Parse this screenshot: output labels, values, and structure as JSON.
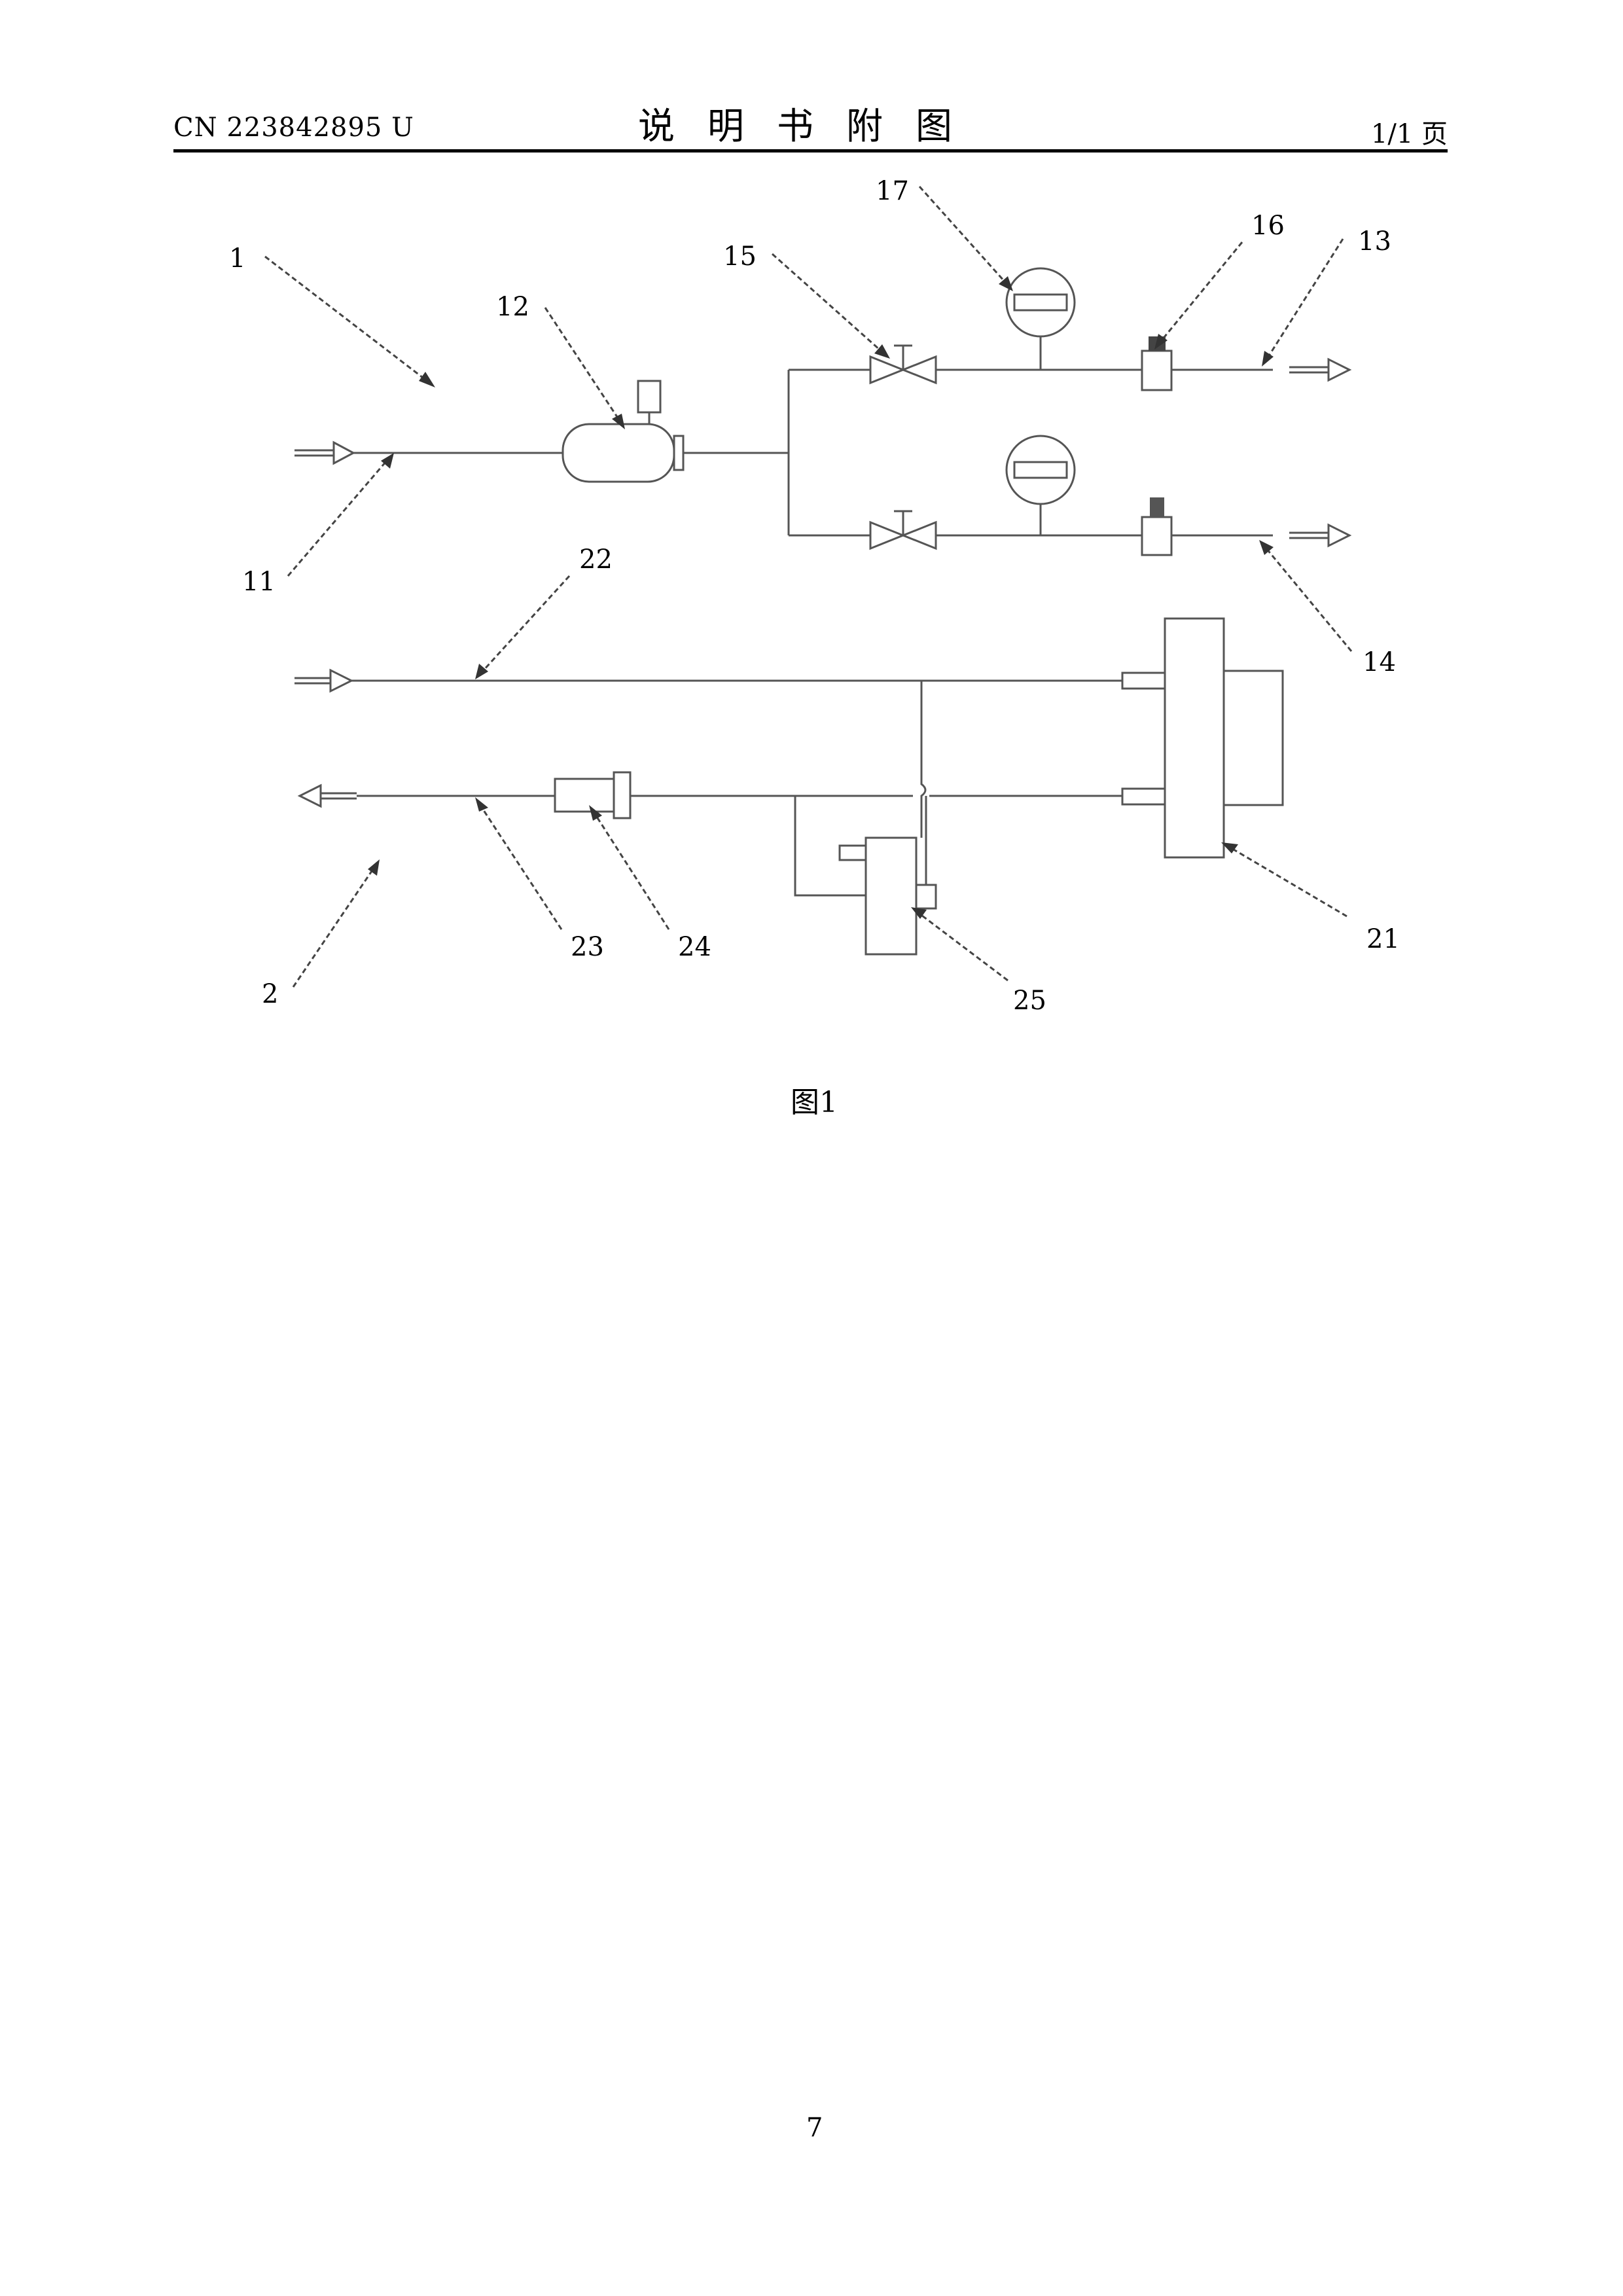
{
  "header": {
    "doc_number": "CN 223842895 U",
    "title": "说明书附图",
    "page_ref": "1/1 页"
  },
  "figure": {
    "labels": {
      "l1": "1",
      "l2": "2",
      "l11": "11",
      "l12": "12",
      "l13": "13",
      "l14": "14",
      "l15": "15",
      "l16": "16",
      "l17": "17",
      "l21": "21",
      "l22": "22",
      "l23": "23",
      "l24": "24",
      "l25": "25"
    },
    "caption": "图1"
  },
  "footer": {
    "page_number": "7"
  }
}
